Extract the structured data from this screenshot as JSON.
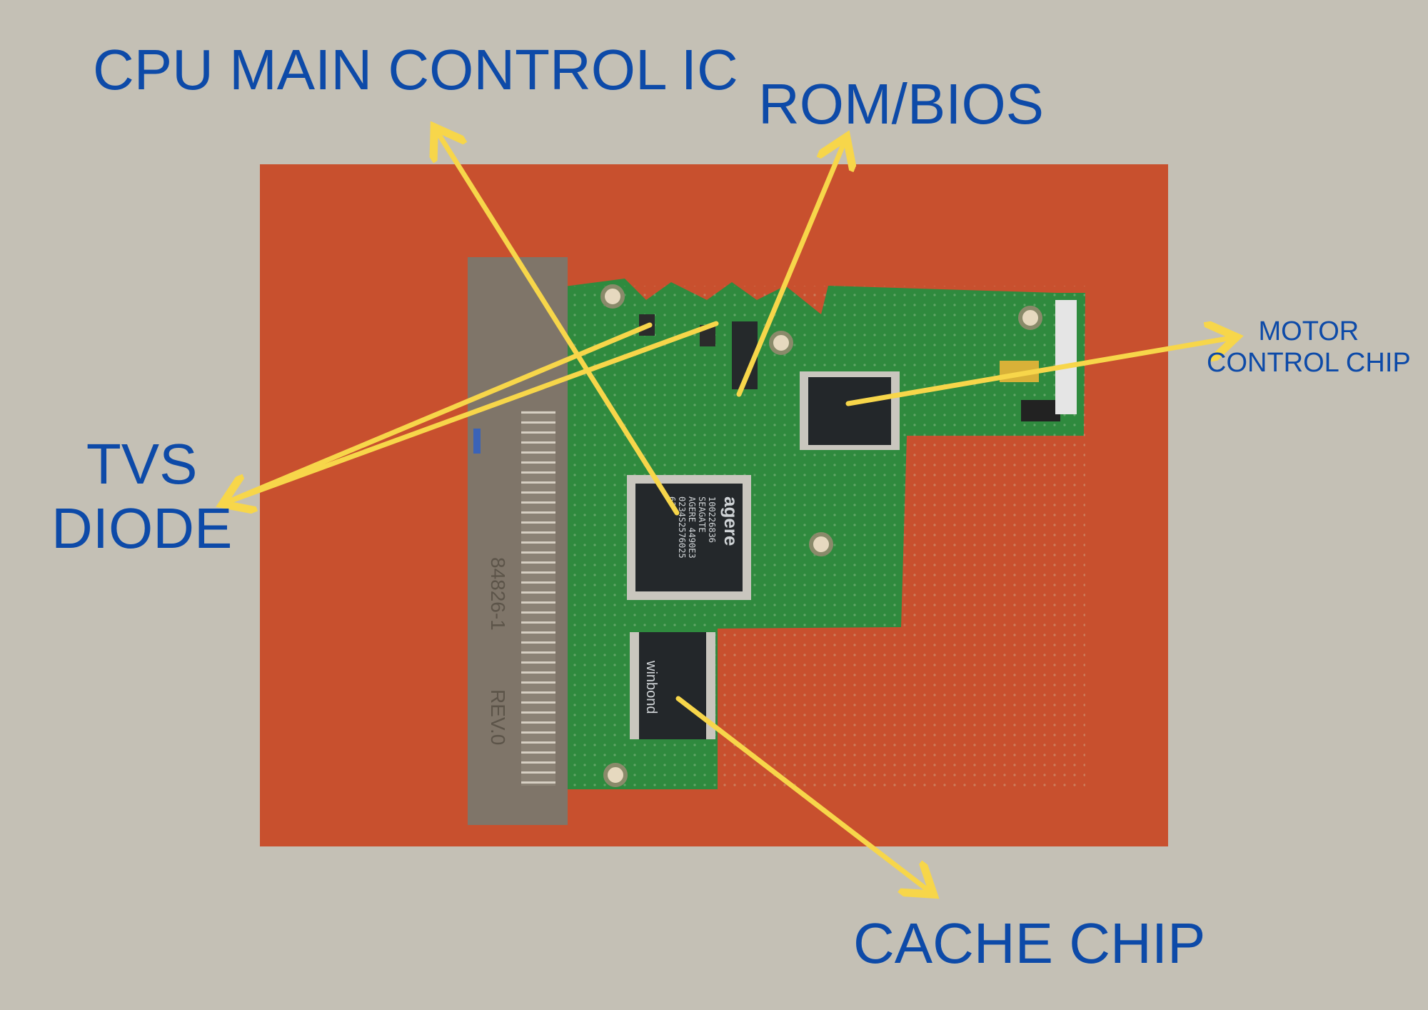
{
  "labels": {
    "cpu": "CPU MAIN CONTROL IC",
    "rom": "ROM/BIOS",
    "motor_line1": "MOTOR",
    "motor_line2": "CONTROL CHIP",
    "tvs_line1": "TVS",
    "tvs_line2": "DIODE",
    "cache": "CACHE CHIP"
  },
  "chip_text": {
    "cpu_logo": "agere",
    "cpu_lines": [
      "100226836",
      "SEAGATE",
      "AGERE 4490E3",
      "0234S2576025",
      "63"
    ],
    "cache_logo": "winbond",
    "connector_mark": "84826-1",
    "connector_rev": "REV.0"
  },
  "colors": {
    "background": "#c4c0b5",
    "table": "#c8502e",
    "pcb": "#2f8a3e",
    "label": "#0d4aa8",
    "arrow": "#f7d64a"
  }
}
